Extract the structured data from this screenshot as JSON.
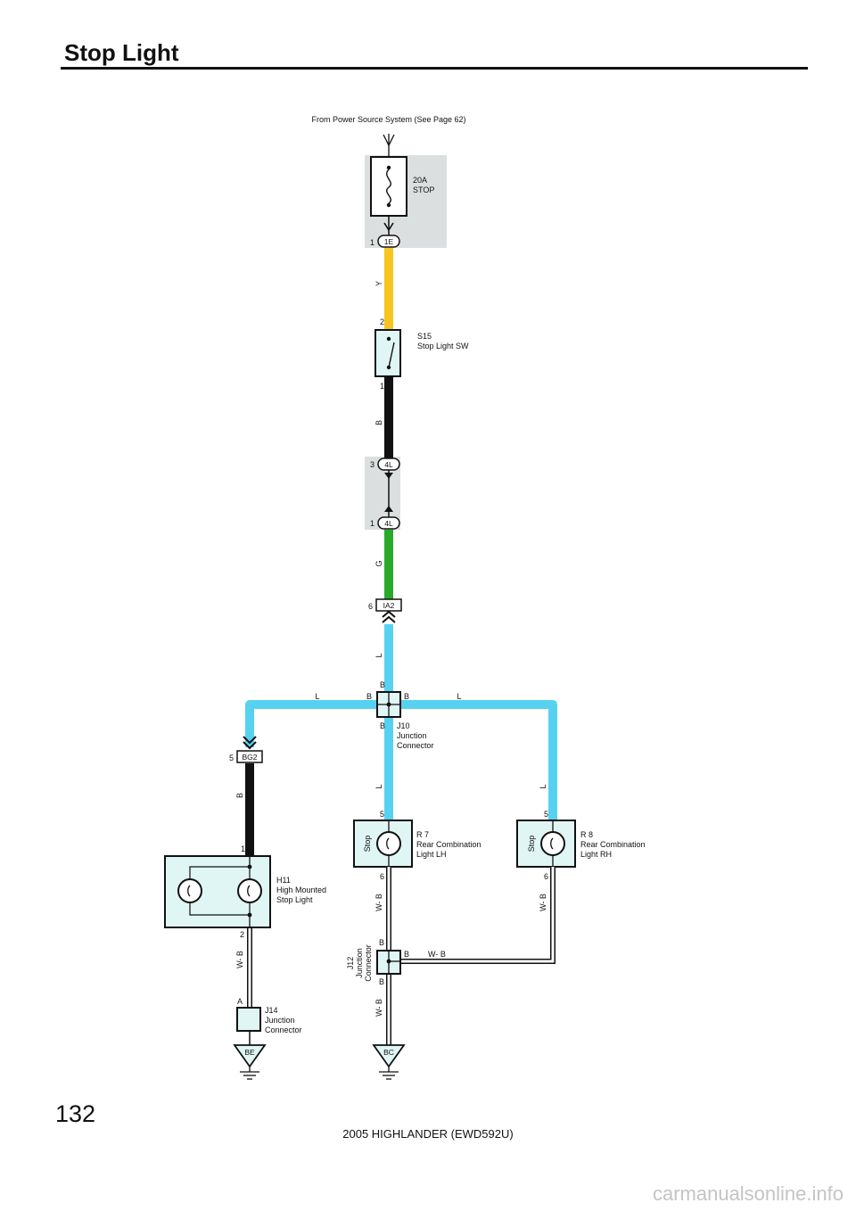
{
  "page": {
    "title": "Stop Light",
    "page_number": "132",
    "footer": "2005 HIGHLANDER (EWD592U)",
    "watermark": "carmanualsonline.info"
  },
  "power_source": "From Power Source System (See Page 62)",
  "fuse": {
    "line1": "20A",
    "line2": "STOP"
  },
  "connectors": {
    "c1E": {
      "pin": "1",
      "code": "1E"
    },
    "c4L_top": {
      "pin": "3",
      "code": "4L"
    },
    "c4L_bottom": {
      "pin": "1",
      "code": "4L"
    },
    "cIA2": {
      "pin": "6",
      "code": "IA2"
    },
    "cBG2": {
      "pin": "5",
      "code": "BG2"
    }
  },
  "components": {
    "s15": {
      "code": "S15",
      "name": "Stop Light SW",
      "pin_top": "2",
      "pin_bottom": "1"
    },
    "j10": {
      "code": "J10",
      "name_line1": "Junction",
      "name_line2": "Connector",
      "pin_top": "B",
      "pin_left": "B",
      "pin_right": "B",
      "pin_bottom": "B"
    },
    "r7": {
      "code": "R 7",
      "name_line1": "Rear Combination",
      "name_line2": "Light LH",
      "lamp_label": "Stop",
      "pin_top": "5",
      "pin_bottom": "6"
    },
    "r8": {
      "code": "R 8",
      "name_line1": "Rear Combination",
      "name_line2": "Light RH",
      "lamp_label": "Stop",
      "pin_top": "5",
      "pin_bottom": "6"
    },
    "h11": {
      "code": "H11",
      "name_line1": "High Mounted",
      "name_line2": "Stop Light",
      "pin_top": "1",
      "pin_bottom": "2"
    },
    "j12": {
      "code": "J12",
      "name_line1": "Junction",
      "name_line2": "Connector",
      "pin_top": "B",
      "pin_right": "B",
      "pin_bottom": "B"
    },
    "j14": {
      "code": "J14",
      "name_line1": "Junction",
      "name_line2": "Connector",
      "pin": "A"
    }
  },
  "wires": {
    "y": "Y",
    "b_switch": "B",
    "g": "G",
    "l_main": "L",
    "l_left": "L",
    "l_right": "L",
    "l_lh": "L",
    "l_rh": "L",
    "b_h11": "B",
    "wb_lh": "W- B",
    "wb_rh": "W- B",
    "wb_j12_right": "W- B",
    "wb_h11": "W- B",
    "wb_j12_ground": "W- B"
  },
  "grounds": {
    "be": "BE",
    "bc": "BC"
  },
  "colors": {
    "yellow": "#f7c51e",
    "black": "#111111",
    "green": "#2aaa2a",
    "light_blue": "#56d2f0",
    "component_fill": "#dff6f4",
    "shade": "#dcdfe0"
  }
}
